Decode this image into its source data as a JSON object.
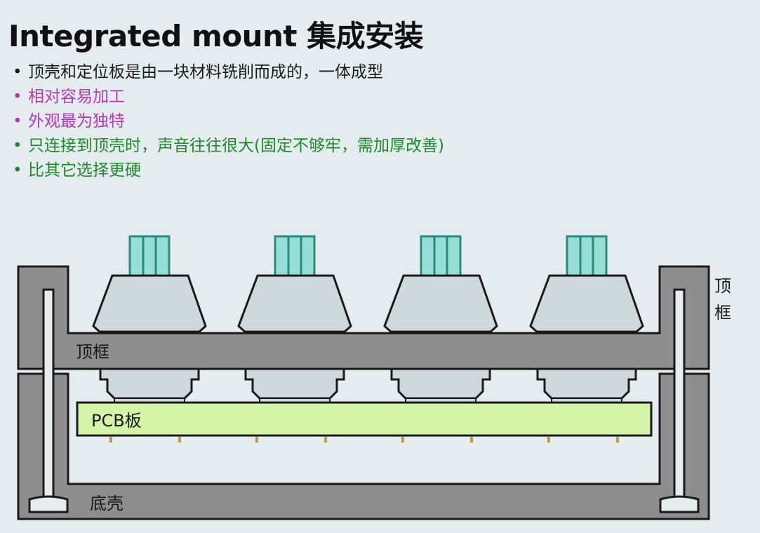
{
  "title": "Integrated mount 集成安装",
  "bullets": [
    {
      "text": "顶壳和定位板是由一块材料铣削而成的，一体成型",
      "color": "#1a1a1a"
    },
    {
      "text": "相对容易加工",
      "color": "#b03ab8"
    },
    {
      "text": "外观最为独特",
      "color": "#b03ab8"
    },
    {
      "text": "只连接到顶壳时，声音往往很大(固定不够牢，需加厚改善)",
      "color": "#1f8a2a"
    },
    {
      "text": "比其它选择更硬",
      "color": "#1f8a2a"
    }
  ],
  "diagram": {
    "labels": {
      "top_frame": "顶框",
      "top_frame_side_1": "顶",
      "top_frame_side_2": "框",
      "pcb": "PCB板",
      "bottom_case": "底壳"
    },
    "colors": {
      "frame": "#8e8e8e",
      "stem": "#95e0d6",
      "keycap": "#cfd9dd",
      "pcb": "#d4f5a8",
      "outline": "#1a1a1a",
      "pin": "#b8a040"
    },
    "switch_count": 4
  }
}
